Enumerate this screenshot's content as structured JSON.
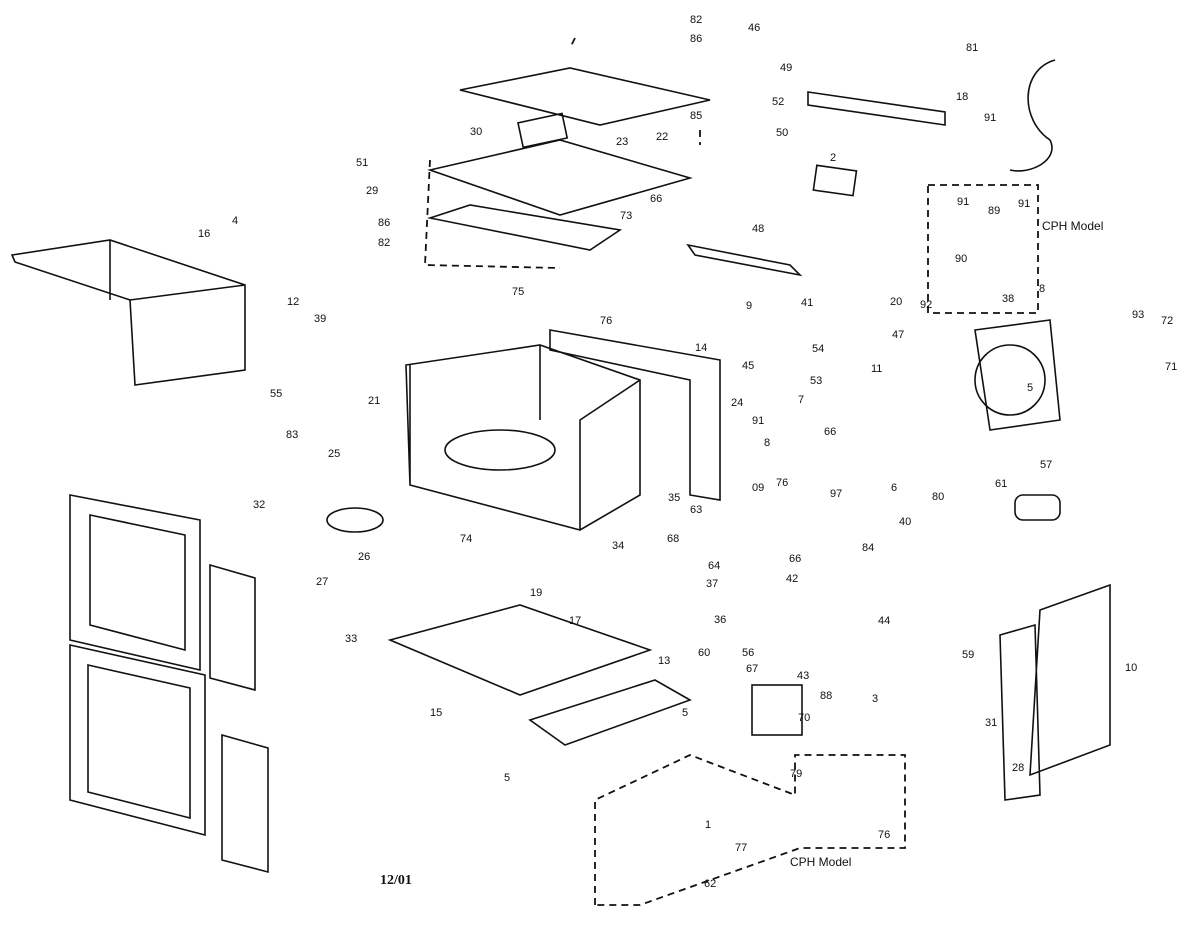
{
  "diagram": {
    "part_labels": [
      "82",
      "46",
      "86",
      "49",
      "52",
      "85",
      "50",
      "22",
      "18",
      "81",
      "91",
      "30",
      "23",
      "51",
      "2",
      "29",
      "66",
      "86",
      "82",
      "73",
      "4",
      "16",
      "48",
      "91",
      "89",
      "91",
      "90",
      "92",
      "8",
      "38",
      "75",
      "76",
      "9",
      "41",
      "20",
      "47",
      "93",
      "72",
      "71",
      "12",
      "39",
      "14",
      "54",
      "45",
      "53",
      "11",
      "5",
      "55",
      "21",
      "24",
      "91",
      "7",
      "8",
      "66",
      "83",
      "25",
      "76",
      "09",
      "57",
      "6",
      "40",
      "80",
      "61",
      "97",
      "32",
      "35",
      "63",
      "34",
      "84",
      "74",
      "68",
      "64",
      "66",
      "26",
      "27",
      "37",
      "42",
      "19",
      "36",
      "44",
      "17",
      "33",
      "10",
      "56",
      "60",
      "67",
      "59",
      "43",
      "3",
      "88",
      "13",
      "15",
      "70",
      "5",
      "31",
      "28",
      "5",
      "79",
      "1",
      "76",
      "77",
      "62"
    ],
    "model_note_upper": "CPH Model",
    "model_note_lower": "CPH Model",
    "date_code": "12/01"
  }
}
